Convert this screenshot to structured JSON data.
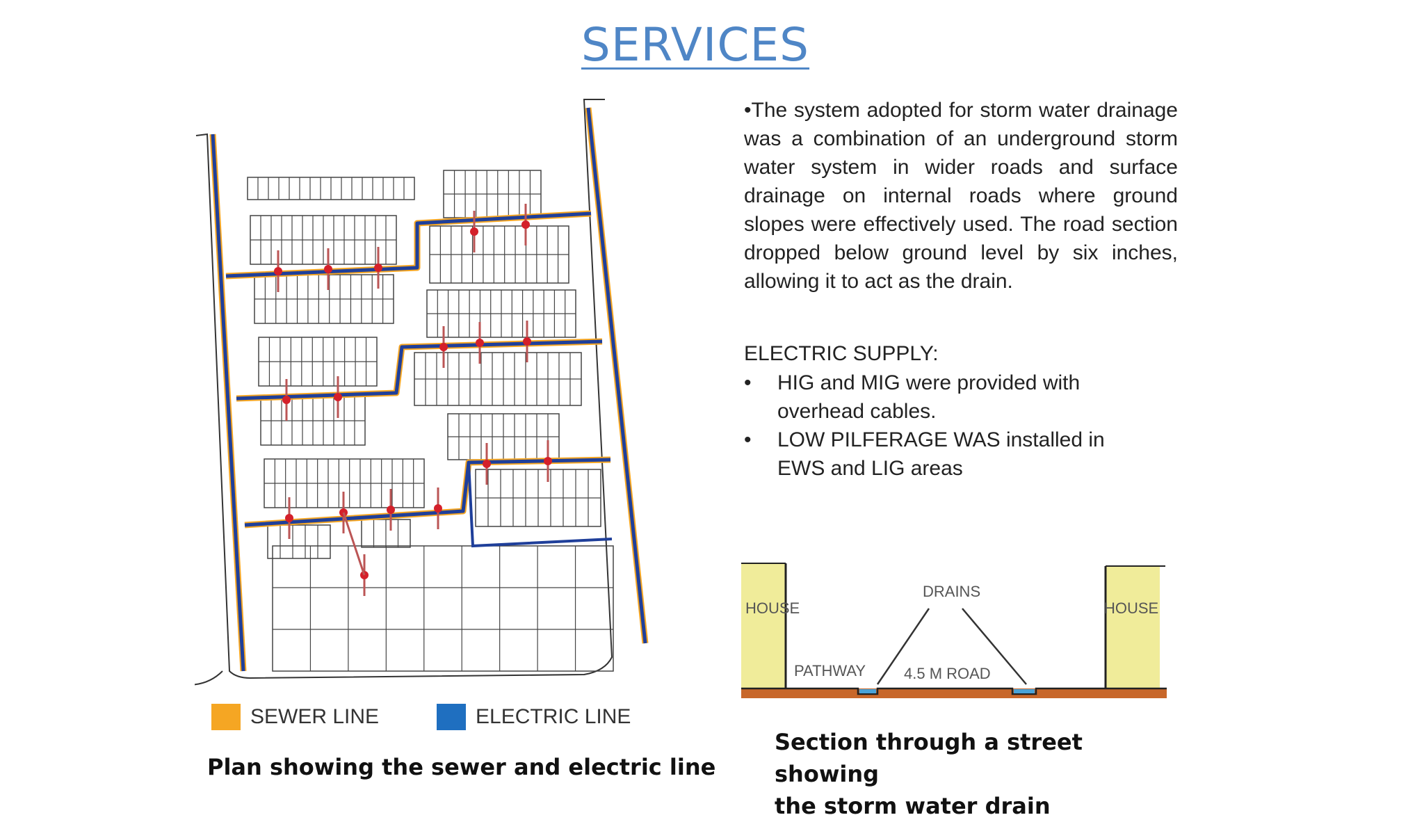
{
  "title": "SERVICES",
  "description": "•The system adopted for storm water drainage was a combination of an underground storm water system in wider roads and surface drainage on internal roads where ground slopes were effectively used. The road section dropped below ground level by six inches, allowing it to act as the drain.",
  "electric_supply": {
    "heading": "ELECTRIC SUPPLY:",
    "bullet_glyph": "•",
    "items": [
      "HIG and MIG were provided with overhead cables.",
      "LOW PILFERAGE WAS installed in EWS and LIG areas"
    ]
  },
  "legend": {
    "sewer_label": "SEWER LINE",
    "sewer_color": "#f5a623",
    "electric_label": "ELECTRIC LINE",
    "electric_color": "#1f6fc0"
  },
  "plan_caption": "Plan showing the sewer and electric line",
  "section_diagram": {
    "house_left": "HOUSE",
    "house_right": "HOUSE",
    "drains": "DRAINS",
    "pathway": "PATHWAY",
    "road": "4.5 M ROAD"
  },
  "section_caption_line1": "Section through a street showing",
  "section_caption_line2": "the storm water drain",
  "colors": {
    "title": "#4f86c6",
    "sewer": "#f5a623",
    "electric": "#1f3f9a",
    "node": "#d4202a",
    "house": "#f0ec9a",
    "ground": "#c8672a"
  }
}
